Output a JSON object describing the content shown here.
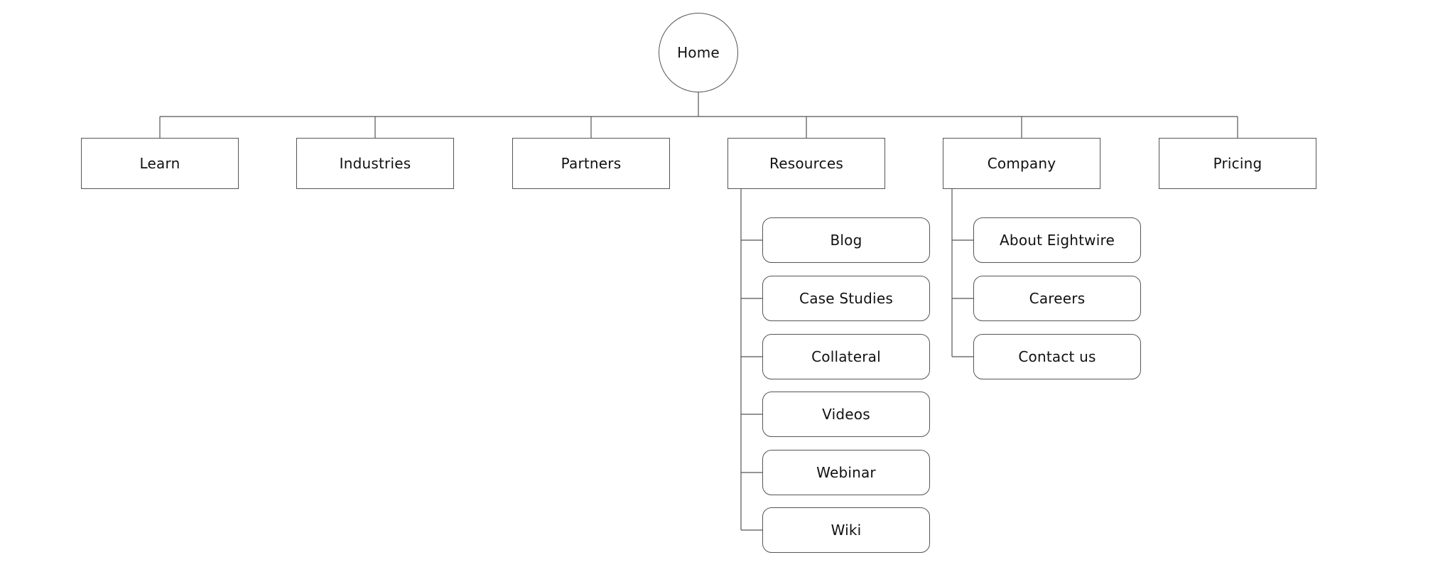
{
  "sitemap": {
    "root": "Home",
    "sections": [
      "Learn",
      "Industries",
      "Partners",
      "Resources",
      "Company",
      "Pricing"
    ],
    "resources_children": [
      "Blog",
      "Case Studies",
      "Collateral",
      "Videos",
      "Webinar",
      "Wiki"
    ],
    "company_children": [
      "About Eightwire",
      "Careers",
      "Contact us"
    ]
  }
}
